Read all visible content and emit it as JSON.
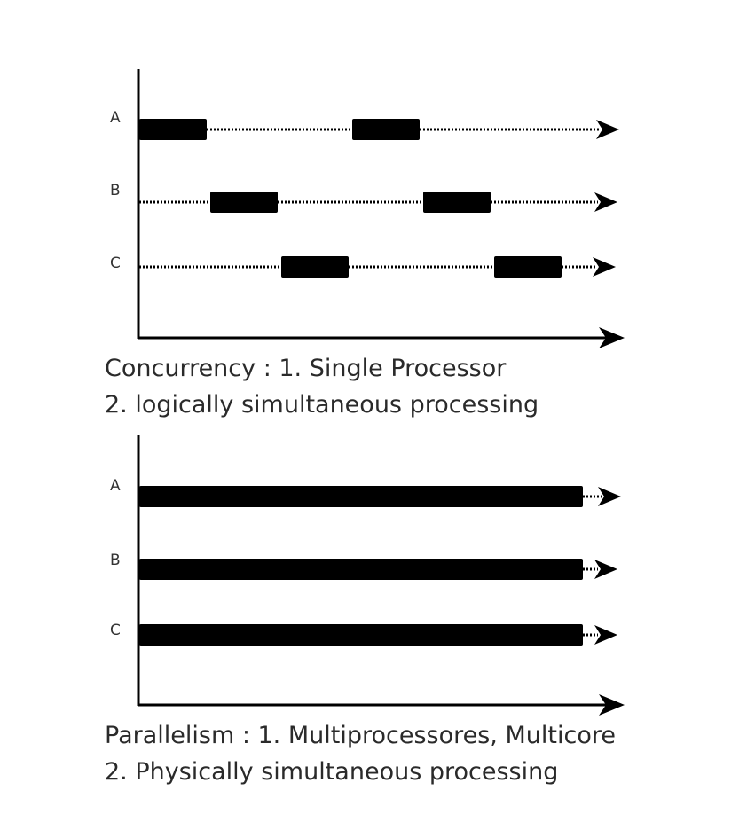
{
  "panels": [
    {
      "name": "concurrency",
      "lanes": [
        {
          "label": "A",
          "busy": [
            [
              0,
              1
            ],
            [
              3,
              4
            ]
          ]
        },
        {
          "label": "B",
          "busy": [
            [
              1,
              2
            ],
            [
              4,
              5
            ]
          ]
        },
        {
          "label": "C",
          "busy": [
            [
              2,
              3
            ],
            [
              5,
              6
            ]
          ]
        }
      ],
      "caption_line1": "Concurrency : 1. Single Processor",
      "caption_line2": "2. logically simultaneous processing"
    },
    {
      "name": "parallelism",
      "lanes": [
        {
          "label": "A",
          "busy": [
            [
              0,
              6.3
            ]
          ]
        },
        {
          "label": "B",
          "busy": [
            [
              0,
              6.3
            ]
          ]
        },
        {
          "label": "C",
          "busy": [
            [
              0,
              6.3
            ]
          ]
        }
      ],
      "caption_line1": "Parallelism : 1. Multiprocessores, Multicore",
      "caption_line2": "2. Physically simultaneous processing"
    }
  ],
  "colors": {
    "bar": "#000000",
    "axis": "#000000",
    "dotted": "#000000"
  }
}
